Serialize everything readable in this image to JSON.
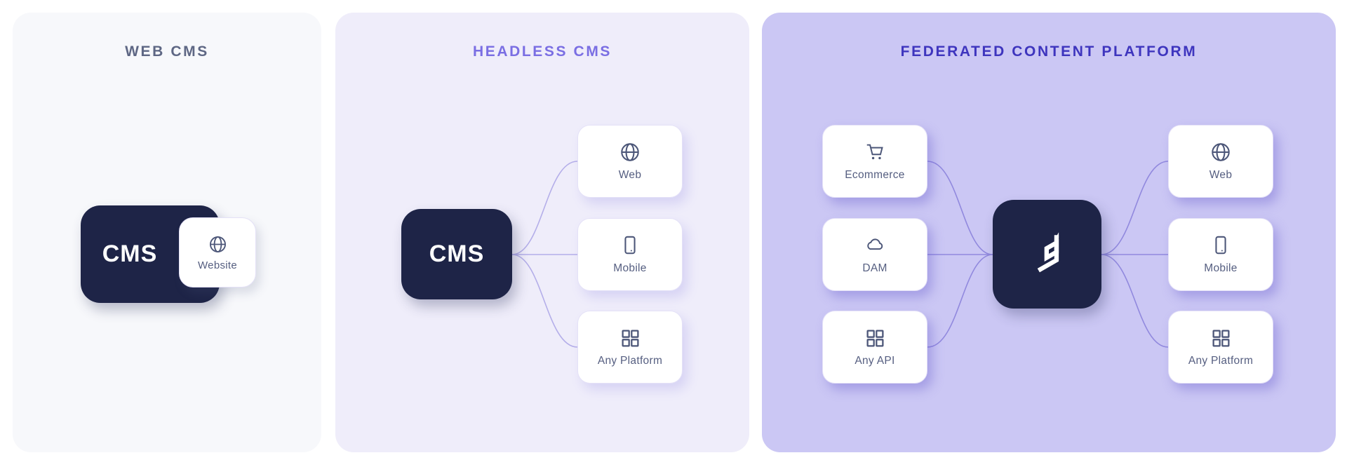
{
  "colors": {
    "panel1_bg": "#F7F8FB",
    "panel2_bg": "#EFEDFA",
    "panel3_bg": "#CBC7F4",
    "navy": "#1E2447",
    "title1": "#5E6784",
    "title2": "#7A6EE3",
    "title3": "#3E35BE",
    "label": "#555E80",
    "icon": "#4C5678",
    "line2": "#B4AEE9",
    "line3": "#9189DE",
    "card_border": "#E4E1F7",
    "card_shadow": "rgba(122,110,227,0.20)",
    "card_shadow_strong": "rgba(92,80,200,0.35)",
    "logo_white": "#FFFFFF"
  },
  "panels": [
    {
      "id": "web-cms",
      "title": "WEB CMS",
      "cms_label": "CMS",
      "card": {
        "label": "Website",
        "icon": "globe-icon"
      }
    },
    {
      "id": "headless-cms",
      "title": "HEADLESS CMS",
      "cms_label": "CMS",
      "outputs": [
        {
          "label": "Web",
          "icon": "globe-icon"
        },
        {
          "label": "Mobile",
          "icon": "mobile-icon"
        },
        {
          "label": "Any Platform",
          "icon": "grid-icon"
        }
      ]
    },
    {
      "id": "federated-content-platform",
      "title": "FEDERATED CONTENT PLATFORM",
      "hub_icon": "hygraph-logo-icon",
      "sources": [
        {
          "label": "Ecommerce",
          "icon": "cart-icon"
        },
        {
          "label": "DAM",
          "icon": "cloud-icon"
        },
        {
          "label": "Any API",
          "icon": "grid-icon"
        }
      ],
      "outputs": [
        {
          "label": "Web",
          "icon": "globe-icon"
        },
        {
          "label": "Mobile",
          "icon": "mobile-icon"
        },
        {
          "label": "Any Platform",
          "icon": "grid-icon"
        }
      ]
    }
  ]
}
